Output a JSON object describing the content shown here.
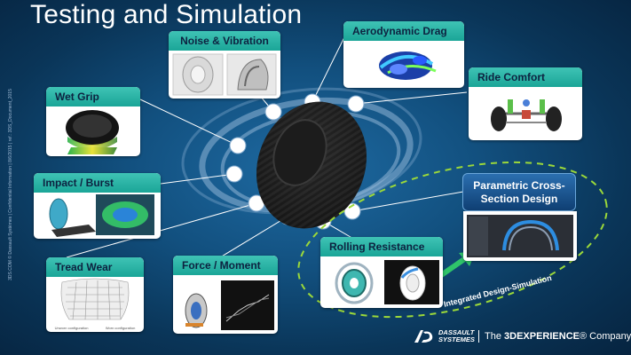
{
  "title": "Testing and Simulation",
  "sidebar_text": "3DS.COM © Dassault Systèmes | Confidential Information | 8/6/2015 | ref.: 3DS_Document_2015",
  "cards": {
    "noise_vibration": "Noise & Vibration",
    "aerodynamic_drag": "Aerodynamic Drag",
    "wet_grip": "Wet Grip",
    "ride_comfort": "Ride Comfort",
    "impact_burst": "Impact / Burst",
    "parametric_design": "Parametric Cross-Section Design",
    "tread_wear": "Tread Wear",
    "force_moment": "Force / Moment",
    "rolling_resistance": "Rolling Resistance"
  },
  "tread_legend": [
    "Unworn configuration",
    "Worn configuration"
  ],
  "integrated_label": "Integrated Design-Simulation",
  "footer": {
    "brand_line1": "DASSAULT",
    "brand_line2": "SYSTEMES",
    "tagline_pre": "The ",
    "tagline_hl": "3DEXPERIENCE",
    "tagline_post": "® Company"
  },
  "colors": {
    "card_header": "#1fb3a4",
    "background": "#12507f",
    "accent_green": "#2fc46a",
    "dashed_ellipse": "#9bd83a"
  },
  "icons": [
    "tire-icon",
    "dassault-logo-icon",
    "double-arrow-icon"
  ]
}
